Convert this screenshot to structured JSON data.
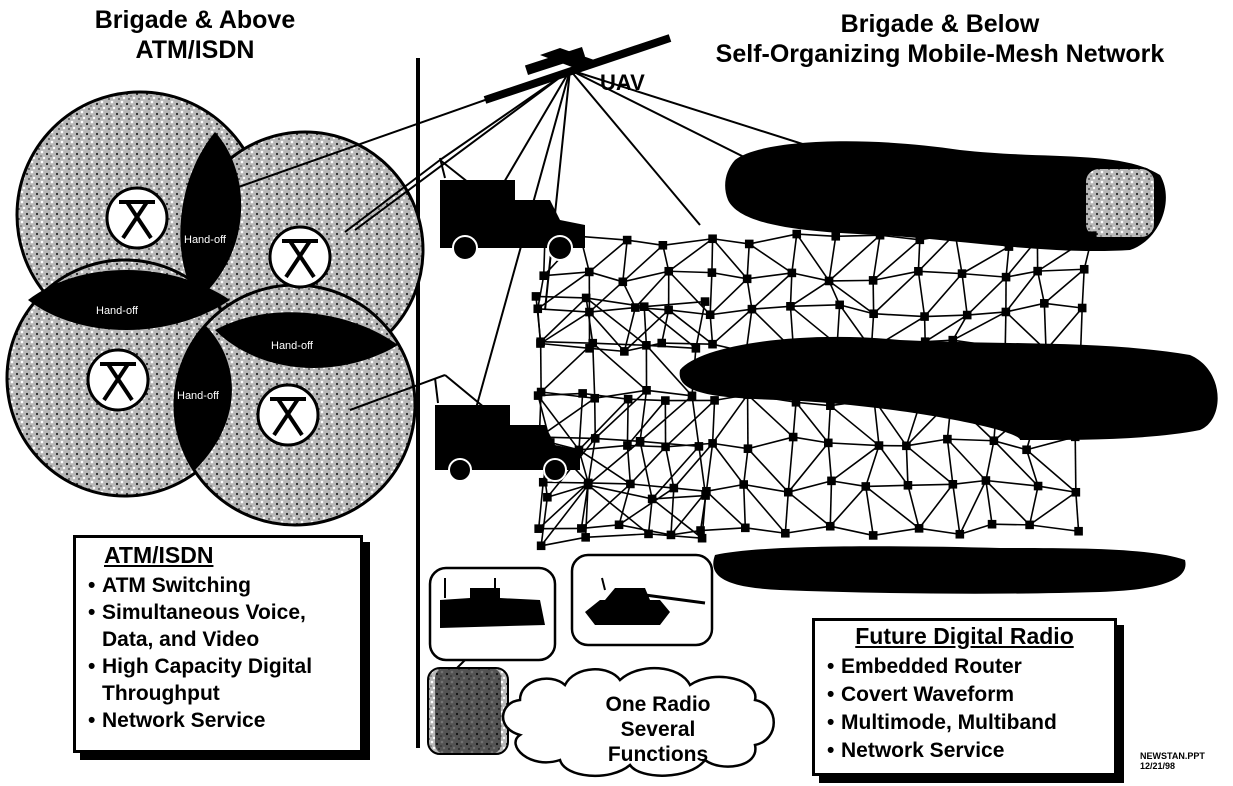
{
  "titles": {
    "left_line1": "Brigade & Above",
    "left_line2": "ATM/ISDN",
    "right_line1": "Brigade & Below",
    "right_line2": "Self-Organizing Mobile-Mesh Network"
  },
  "uav_label": "UAV",
  "handoff_labels": [
    "Hand-off",
    "Hand-off",
    "Hand-off",
    "Hand-off"
  ],
  "atm_box": {
    "heading": "ATM/ISDN",
    "items": [
      "ATM Switching",
      "Simultaneous Voice,\nData, and Video",
      "High Capacity Digital\nThroughput",
      "Network Service"
    ]
  },
  "radio_box": {
    "heading": "Future Digital Radio",
    "items": [
      "Embedded Router",
      "Covert Waveform",
      "Multimode, Multiband",
      "Network Service"
    ]
  },
  "cloud": {
    "line1": "One Radio",
    "line2": "Several Functions"
  },
  "doc_ref": {
    "line1": "NEWSTAN.PPT",
    "line2": "12/21/98"
  },
  "colors": {
    "foreground": "#000000",
    "background": "#ffffff",
    "speckle": "#8a8a8a"
  }
}
